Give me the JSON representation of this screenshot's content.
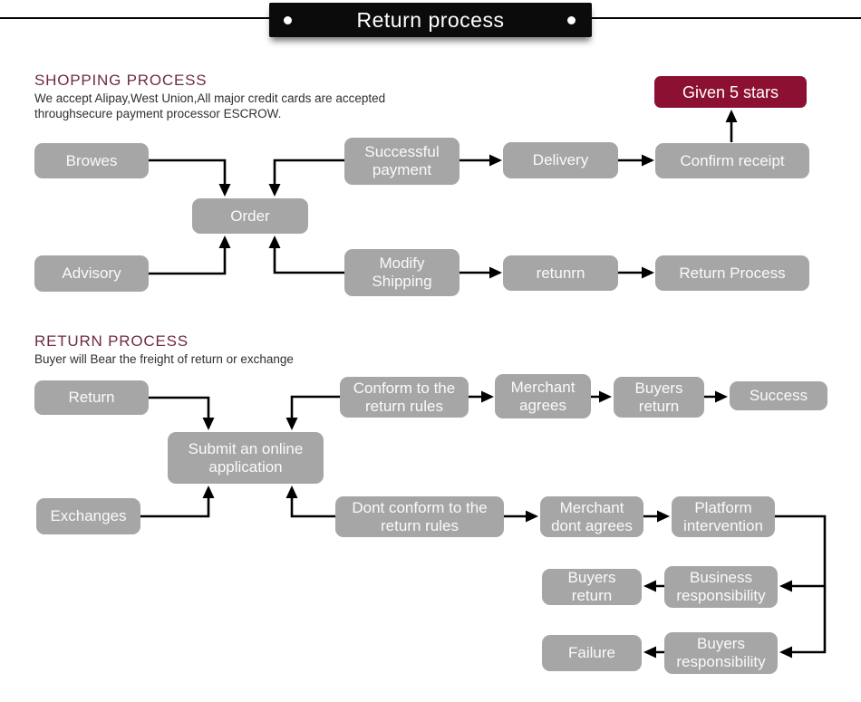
{
  "title": {
    "label": "Return process"
  },
  "colors": {
    "ribbon": "#0b0b0b",
    "node_fill": "#a6a6a6",
    "node_text": "#fafafa",
    "accent": "#8c1031",
    "heading": "#6f2b43",
    "body_text": "#2f2f2f",
    "arrow": "#000000",
    "bg": "#ffffff"
  },
  "sections": {
    "shopping": {
      "heading": "SHOPPING PROCESS",
      "subtitle_line1": "We accept Alipay,West Union,All major credit cards are accepted",
      "subtitle_line2": "throughsecure payment processor ESCROW."
    },
    "return": {
      "heading": "RETURN PROCESS",
      "subtitle_line1": "Buyer will Bear the freight of return or exchange"
    }
  },
  "nodes": {
    "given_5_stars": {
      "label": "Given 5 stars"
    },
    "browes": {
      "label": "Browes"
    },
    "successful_payment": {
      "label": "Successful payment"
    },
    "delivery": {
      "label": "Delivery"
    },
    "confirm_receipt": {
      "label": "Confirm receipt"
    },
    "order": {
      "label": "Order"
    },
    "advisory": {
      "label": "Advisory"
    },
    "modify_shipping": {
      "label": "Modify Shipping"
    },
    "retunrn": {
      "label": "retunrn"
    },
    "return_process": {
      "label": "Return Process"
    },
    "return": {
      "label": "Return"
    },
    "conform_rules": {
      "label": "Conform to the return rules"
    },
    "merchant_agrees": {
      "label": "Merchant agrees"
    },
    "buyers_return_top": {
      "label": "Buyers return"
    },
    "success": {
      "label": "Success"
    },
    "submit_application": {
      "label": "Submit an online application"
    },
    "exchanges": {
      "label": "Exchanges"
    },
    "dont_conform_rules": {
      "label": "Dont conform to the return rules"
    },
    "merchant_dont_agrees": {
      "label": "Merchant dont agrees"
    },
    "platform_intervention": {
      "label": "Platform intervention"
    },
    "buyers_return_bottom": {
      "label": "Buyers return"
    },
    "business_responsibility": {
      "label": "Business responsibility"
    },
    "failure": {
      "label": "Failure"
    },
    "buyers_responsibility": {
      "label": "Buyers responsibility"
    }
  },
  "edges": [
    {
      "from": "browes",
      "to": "order"
    },
    {
      "from": "successful_payment",
      "to": "order"
    },
    {
      "from": "advisory",
      "to": "order"
    },
    {
      "from": "modify_shipping",
      "to": "order"
    },
    {
      "from": "successful_payment",
      "to": "delivery"
    },
    {
      "from": "delivery",
      "to": "confirm_receipt"
    },
    {
      "from": "confirm_receipt",
      "to": "given_5_stars"
    },
    {
      "from": "modify_shipping",
      "to": "retunrn"
    },
    {
      "from": "retunrn",
      "to": "return_process"
    },
    {
      "from": "return",
      "to": "submit_application"
    },
    {
      "from": "conform_rules",
      "to": "submit_application"
    },
    {
      "from": "conform_rules",
      "to": "merchant_agrees"
    },
    {
      "from": "merchant_agrees",
      "to": "buyers_return_top"
    },
    {
      "from": "buyers_return_top",
      "to": "success"
    },
    {
      "from": "exchanges",
      "to": "submit_application"
    },
    {
      "from": "dont_conform_rules",
      "to": "submit_application"
    },
    {
      "from": "dont_conform_rules",
      "to": "merchant_dont_agrees"
    },
    {
      "from": "merchant_dont_agrees",
      "to": "platform_intervention"
    },
    {
      "from": "platform_intervention",
      "to": "business_responsibility"
    },
    {
      "from": "platform_intervention",
      "to": "buyers_responsibility"
    },
    {
      "from": "business_responsibility",
      "to": "buyers_return_bottom"
    },
    {
      "from": "buyers_responsibility",
      "to": "failure"
    }
  ]
}
